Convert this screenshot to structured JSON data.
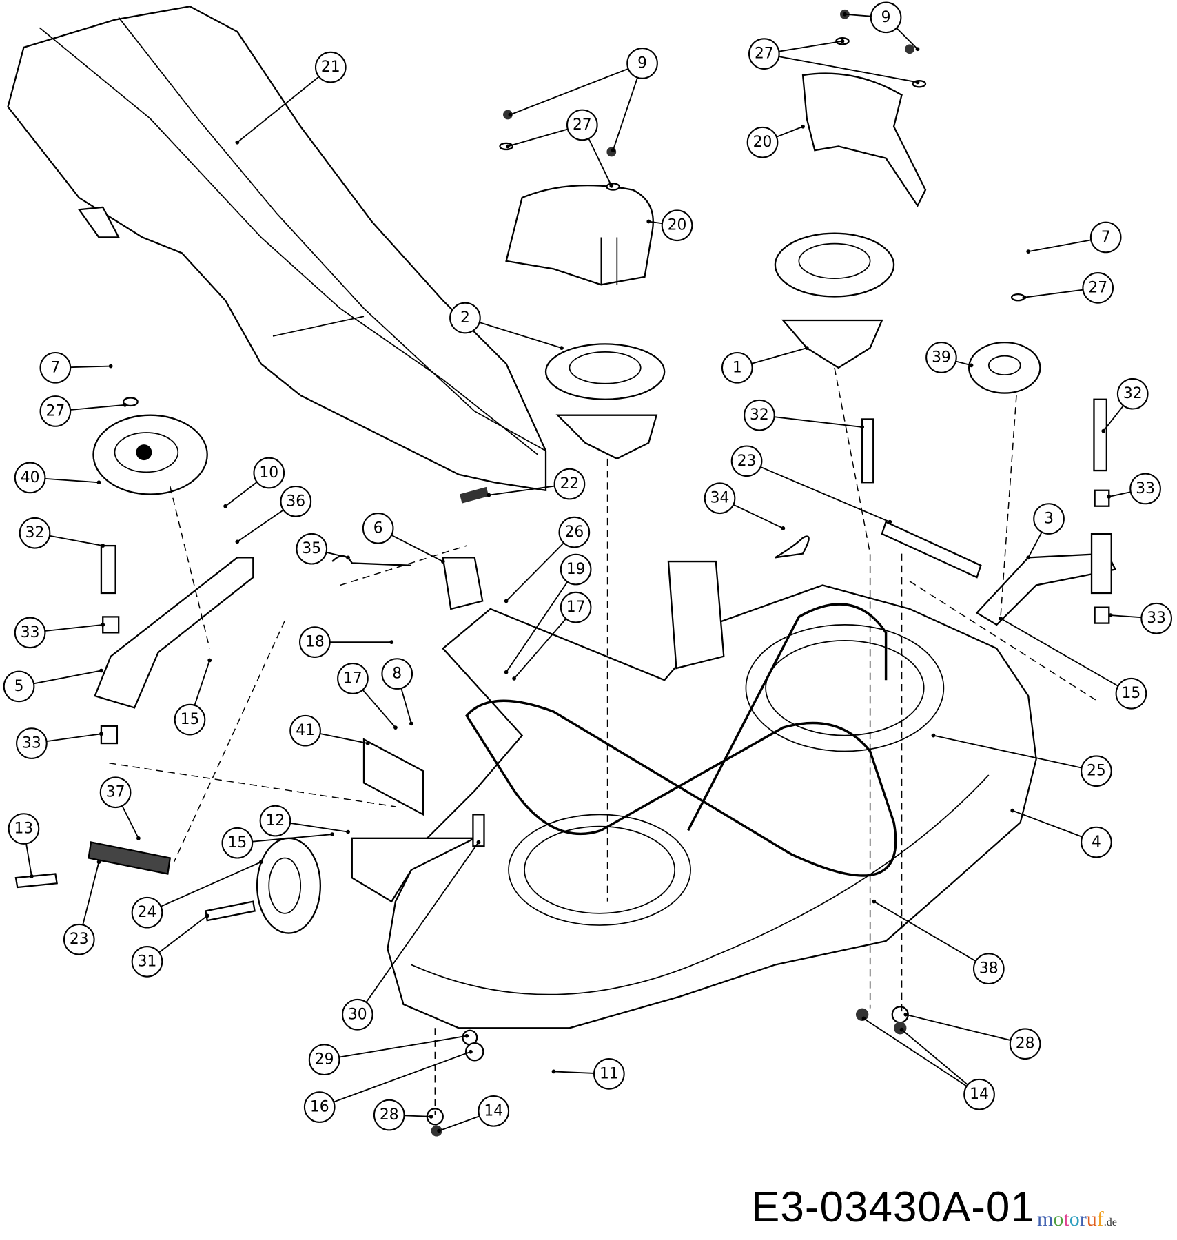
{
  "drawing": {
    "code": "E3-03430A-01",
    "watermark": {
      "letters": [
        "m",
        "o",
        "t",
        "o",
        "r",
        "u",
        "f"
      ],
      "tld": ".de"
    }
  },
  "callouts": [
    "9",
    "27",
    "20",
    "9",
    "27",
    "21",
    "20",
    "7",
    "27",
    "2",
    "1",
    "39",
    "7",
    "27",
    "32",
    "32",
    "23",
    "40",
    "10",
    "36",
    "22",
    "33",
    "34",
    "6",
    "26",
    "32",
    "35",
    "3",
    "19",
    "17",
    "33",
    "18",
    "33",
    "8",
    "17",
    "5",
    "15",
    "15",
    "41",
    "33",
    "25",
    "37",
    "12",
    "13",
    "15",
    "4",
    "24",
    "23",
    "31",
    "38",
    "30",
    "28",
    "29",
    "11",
    "16",
    "14",
    "28",
    "14"
  ]
}
